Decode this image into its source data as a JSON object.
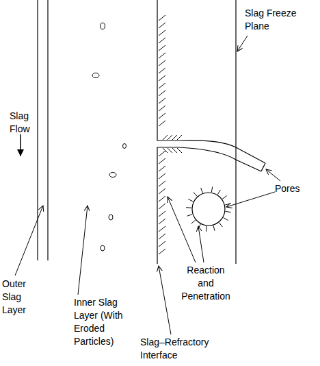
{
  "diagram": {
    "labels": [
      "Slag Flow",
      "Outer Slag Layer",
      "Inner Slag Layer (With Eroded Particles)",
      "Slag–Refractory Interface",
      "Reaction and Penetration",
      "Pores",
      "Slag Freeze Plane"
    ]
  }
}
